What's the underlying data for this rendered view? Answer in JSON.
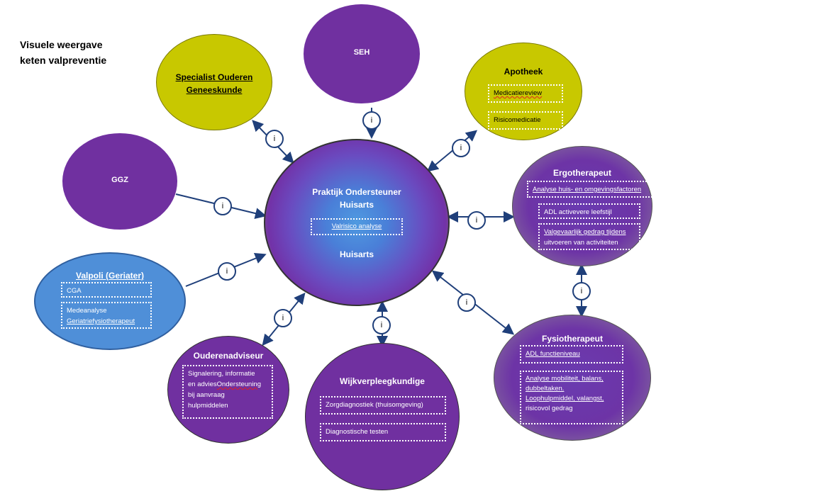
{
  "title": {
    "line1": "Visuele weergave",
    "line2": "keten valpreventie"
  },
  "info_marker": "i",
  "nodes": {
    "center": {
      "title_line1": "Praktijk Ondersteuner",
      "title_line2": "Huisarts",
      "box": "Valrisico analyse",
      "subtitle": "Huisarts"
    },
    "seh": {
      "title": "SEH"
    },
    "specialist": {
      "title_line1": "Specialist Ouderen",
      "title_line2": "Geneeskunde"
    },
    "apotheek": {
      "title": "Apotheek",
      "box1": "Medicatiereview",
      "box2": "Risicomedicatie"
    },
    "ggz": {
      "title": "GGZ"
    },
    "ergo": {
      "title": "Ergotherapeut",
      "box1": "Analyse huis- en omgevingsfactoren",
      "box2": "ADL activevere leefstijl",
      "box3_line1": "Valgevaarlijk gedrag tijdens",
      "box3_line2": "uitvoeren van activiteiten"
    },
    "valpoli": {
      "title": "Valpoli (Geriater)",
      "box1": "CGA",
      "box2_line1": "Medeanalyse",
      "box2_line2": "Geriatriefysiotherapeut"
    },
    "ouderenadviseur": {
      "title": "Ouderenadviseur",
      "line1": "Signalering, informatie",
      "line2": "en advies",
      "line2b": "Ondersteuning",
      "line3": "bij aanvraag",
      "line4": "hulpmiddelen"
    },
    "wijk": {
      "title": "Wijkverpleegkundige",
      "box1": "Zorgdiagnostiek (thuisomgeving)",
      "box2": "Diagnostische testen"
    },
    "fysio": {
      "title": "Fysiotherapeut",
      "box1": "ADL functieniveau",
      "box2_line1": "Analyse mobiliteit, balans,",
      "box2_line2": "dubbeltaken.",
      "box2_line3": "Loophulpmiddel, valangst,",
      "box2_line4": "risicovol gedrag"
    }
  },
  "colors": {
    "purple": "#7030a0",
    "olive": "#c8c800",
    "blue": "#4f8fd8",
    "connector": "#1f3f7a"
  }
}
